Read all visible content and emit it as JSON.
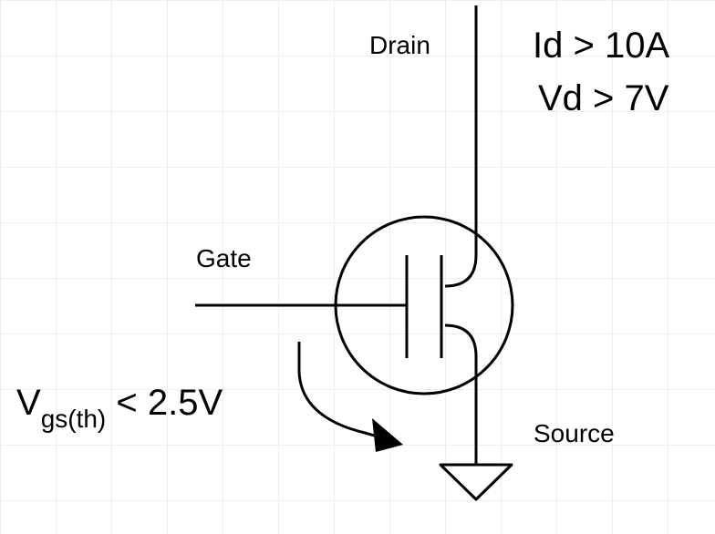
{
  "labels": {
    "drain": "Drain",
    "gate": "Gate",
    "source": "Source"
  },
  "specs": {
    "id": "Id > 10A",
    "vd": "Vd > 7V",
    "vgs_main": "V",
    "vgs_sub": "gs(th)",
    "vgs_rest": " < 2.5V"
  },
  "colors": {
    "stroke": "#000000",
    "grid": "#eeeeee",
    "background": "#ffffff"
  },
  "symbols": [
    "mosfet-n-channel",
    "ground-symbol",
    "curved-arrow"
  ]
}
